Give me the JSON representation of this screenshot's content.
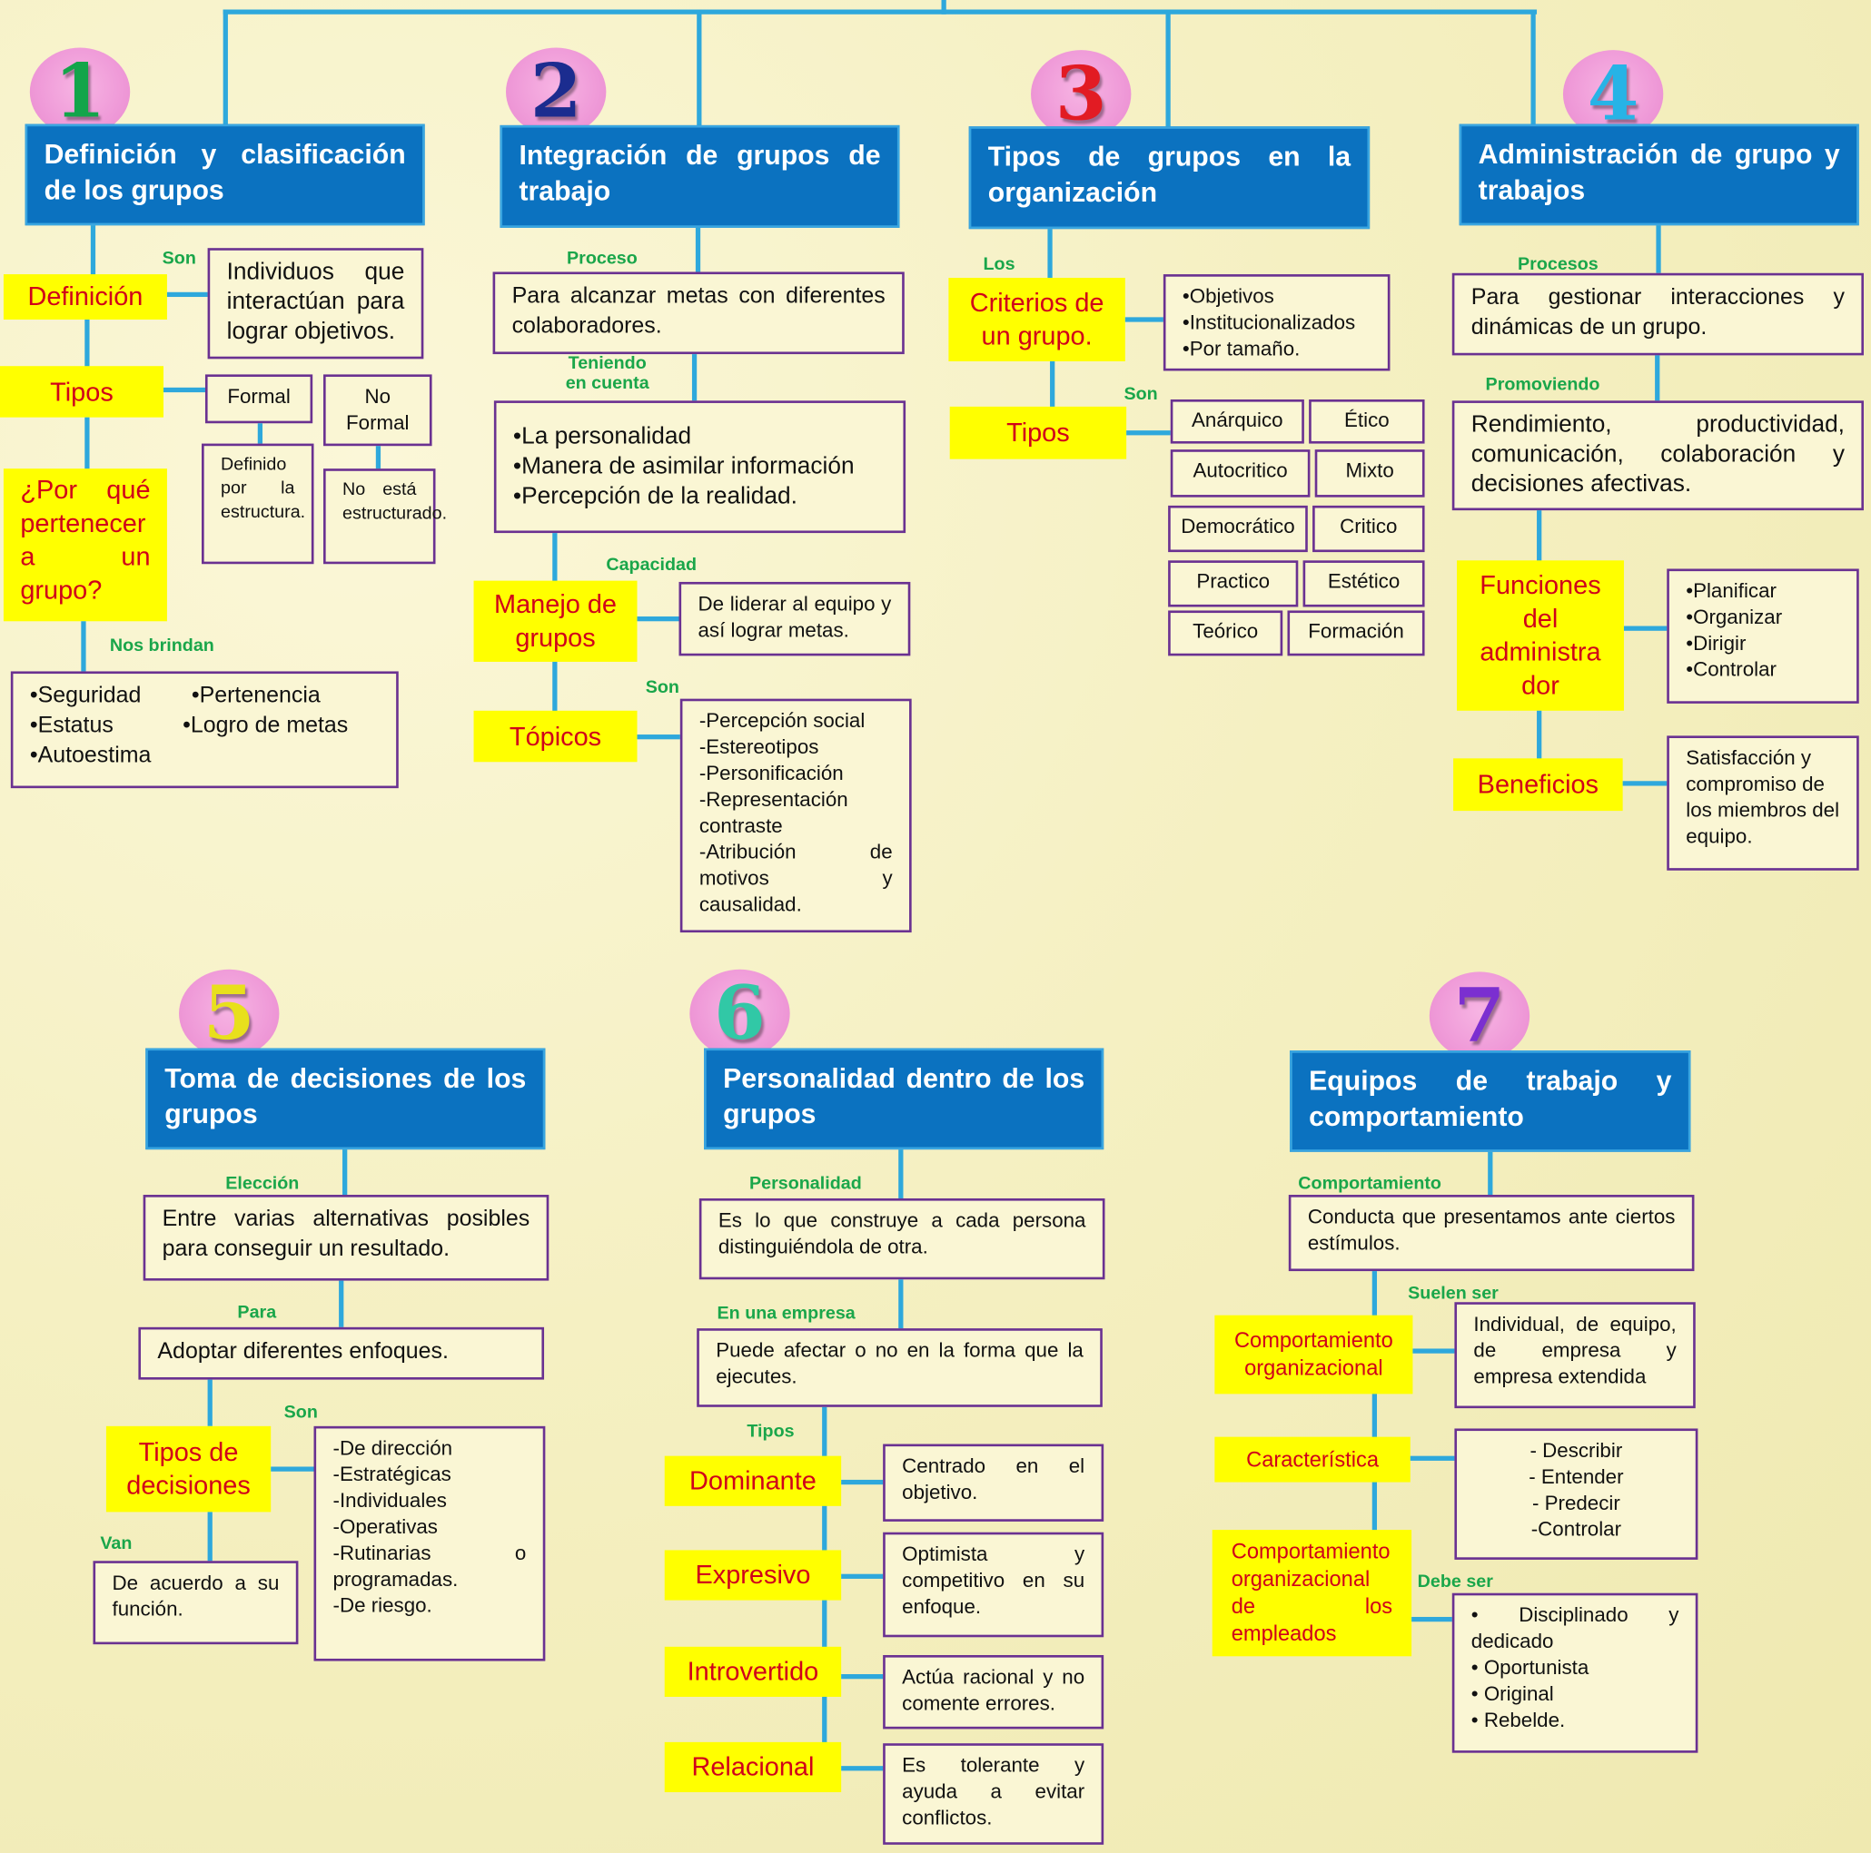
{
  "colors": {
    "heading_bg": "#0b72c0",
    "connector": "#2ea8dc",
    "label_green": "#1aa64a",
    "highlight": "#ffff00",
    "highlight_text": "#d0001a",
    "box_border": "#6a3191"
  },
  "s1": {
    "num": "1",
    "title": "Definición y clasificación de los grupos",
    "son": "Son",
    "definicion": "Definición",
    "individuos": "Individuos que interactúan para lograr objetivos.",
    "tipos": "Tipos",
    "formal": "Formal",
    "noformal": "No Formal",
    "definido": "Definido por la estructura.",
    "noesta": "No está estructurado.",
    "porque": "¿Por qué pertenecer a un grupo?",
    "nos": "Nos brindan",
    "list": "•Seguridad        •Pertenencia\n•Estatus           •Logro de metas\n•Autoestima"
  },
  "s2": {
    "num": "2",
    "title": "Integración de grupos de trabajo",
    "proceso": "Proceso",
    "para": "Para alcanzar metas con diferentes colaboradores.",
    "teniendo": "Teniendo\nen cuenta",
    "list": "•La personalidad\n•Manera de asimilar información\n•Percepción de la realidad.",
    "capacidad": "Capacidad",
    "manejo": "Manejo de\ngrupos",
    "liderar": "De liderar al equipo y así lograr metas.",
    "son": "Son",
    "topicos": "Tópicos",
    "topicos_list": "-Percepción social\n-Estereotipos\n-Personificación\n-Representación contraste\n-Atribución de motivos y causalidad."
  },
  "s3": {
    "num": "3",
    "title": "Tipos de grupos en la organización",
    "los": "Los",
    "criterios": "Criterios de\nun grupo.",
    "criterios_list": "•Objetivos\n•Institucionalizados\n•Por tamaño.",
    "son": "Son",
    "tipos": "Tipos",
    "types": [
      [
        "Anárquico",
        "Ético"
      ],
      [
        "Autocritico",
        "Mixto"
      ],
      [
        "Democrático",
        "Critico"
      ],
      [
        "Practico",
        "Estético"
      ],
      [
        "Teórico",
        "Formación"
      ]
    ]
  },
  "s4": {
    "num": "4",
    "title": "Administración de grupo y trabajos",
    "procesos": "Procesos",
    "para": "Para gestionar interacciones y dinámicas de un grupo.",
    "promoviendo": "Promoviendo",
    "rend": "Rendimiento, productividad, comunicación, colaboración y decisiones afectivas.",
    "funciones": "Funciones\ndel\nadministra\ndor",
    "funciones_list": "•Planificar\n•Organizar\n•Dirigir\n•Controlar",
    "beneficios": "Beneficios",
    "satisf": "Satisfacción y compromiso de los miembros del equipo."
  },
  "s5": {
    "num": "5",
    "title": "Toma de decisiones de los grupos",
    "eleccion": "Elección",
    "entre": "Entre varias alternativas posibles para conseguir un resultado.",
    "para": "Para",
    "adoptar": "Adoptar diferentes enfoques.",
    "son": "Son",
    "tipos": "Tipos de\ndecisiones",
    "tipos_list": "-De dirección\n-Estratégicas\n-Individuales\n-Operativas\n-Rutinarias o programadas.\n-De riesgo.",
    "van": "Van",
    "acuerdo": "De acuerdo a su función."
  },
  "s6": {
    "num": "6",
    "title": "Personalidad dentro de los grupos",
    "personalidad": "Personalidad",
    "es": "Es lo que construye a cada persona distinguiéndola de otra.",
    "empresa": "En una empresa",
    "puede": "Puede afectar o no en la forma que la ejecutes.",
    "tipos": "Tipos",
    "dominante": "Dominante",
    "dominante_d": "Centrado en el objetivo.",
    "expresivo": "Expresivo",
    "expresivo_d": "Optimista y competitivo en su enfoque.",
    "introvertido": "Introvertido",
    "introvertido_d": "Actúa racional y no comente errores.",
    "relacional": "Relacional",
    "relacional_d": "Es tolerante y ayuda a evitar conflictos."
  },
  "s7": {
    "num": "7",
    "title": "Equipos de trabajo y comportamiento",
    "comportamiento": "Comportamiento",
    "conducta": "Conducta que presentamos ante ciertos estímulos.",
    "suelen": "Suelen ser",
    "comp_org": "Comportamiento\norganizacional",
    "individual": "Individual, de equipo, de empresa y empresa extendida",
    "caracteristica": "Característica",
    "carac_list": "- Describir\n- Entender\n- Predecir\n-Controlar",
    "comp_emp": "Comportamiento organizacional de los empleados",
    "debe": "Debe ser",
    "debe_list": "• Disciplinado y dedicado\n• Oportunista\n• Original\n• Rebelde."
  }
}
